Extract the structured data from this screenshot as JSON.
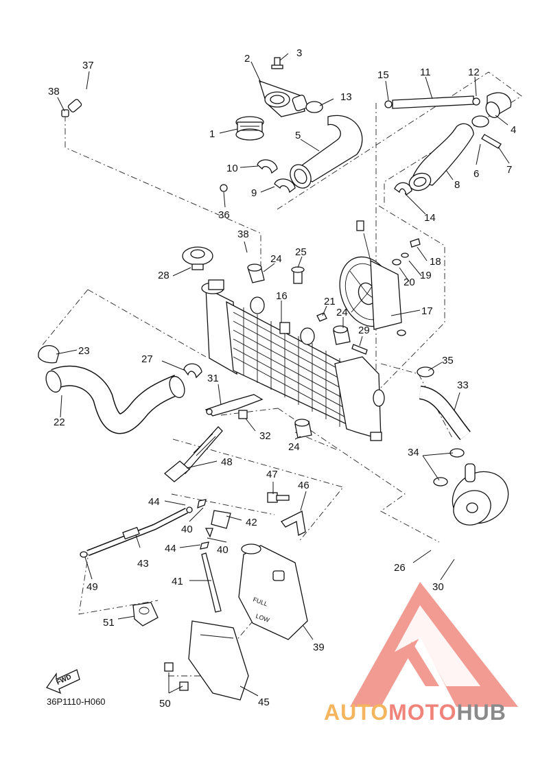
{
  "diagram": {
    "code": "36P1110-H060",
    "fwd_label": "FWD",
    "watermark": {
      "auto": "AUTO",
      "moto": "MOTO",
      "hub": "HUB",
      "colors": {
        "auto": "#f4b55e",
        "moto": "#f0837a",
        "hub": "#8a8a8a",
        "logo": "#f08a80"
      }
    },
    "reservoir_marks": {
      "full": "FULL",
      "low": "LOW"
    },
    "callouts": [
      "1",
      "2",
      "3",
      "4",
      "5",
      "6",
      "7",
      "8",
      "9",
      "10",
      "11",
      "12",
      "13",
      "14",
      "15",
      "16",
      "17",
      "18",
      "19",
      "20",
      "21",
      "22",
      "23",
      "24",
      "24",
      "24",
      "25",
      "26",
      "27",
      "28",
      "29",
      "30",
      "31",
      "32",
      "33",
      "34",
      "35",
      "36",
      "37",
      "38",
      "38",
      "39",
      "40",
      "40",
      "41",
      "42",
      "43",
      "44",
      "44",
      "45",
      "46",
      "47",
      "48",
      "49",
      "50",
      "51"
    ]
  }
}
